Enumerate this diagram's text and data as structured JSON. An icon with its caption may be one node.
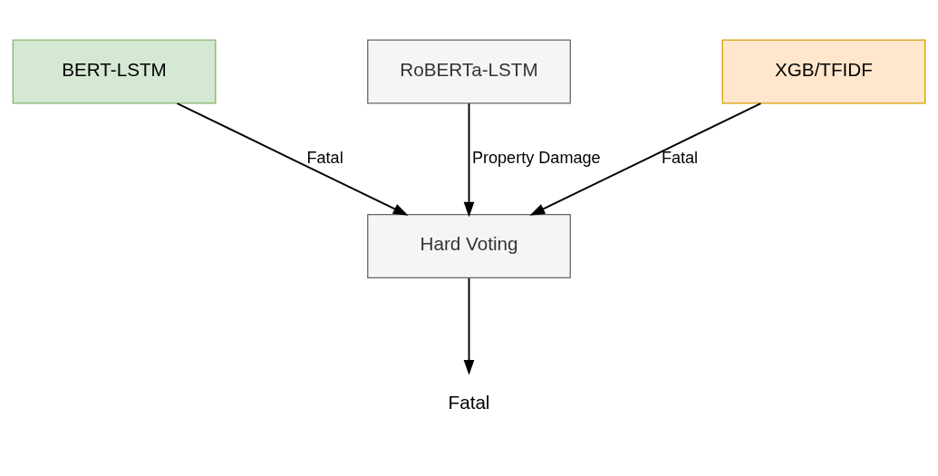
{
  "diagram": {
    "nodes": [
      {
        "text": [
          "BERT-LSTM"
        ]
      },
      {
        "text": [
          "RoBERTa-LSTM"
        ]
      },
      {
        "text": [
          "XGB/TFIDF"
        ]
      },
      {
        "text": [
          "Hard Voting"
        ]
      },
      {
        "text": [
          "Fatal"
        ]
      }
    ],
    "edges": [
      {
        "from": 0,
        "to": 3,
        "arrow": "to",
        "label": "Fatal"
      },
      {
        "from": 1,
        "to": 3,
        "arrow": "to",
        "label": "Property Damage"
      },
      {
        "from": 2,
        "to": 3,
        "arrow": "to",
        "label": "Fatal"
      },
      {
        "from": 3,
        "to": 4,
        "arrow": "to"
      }
    ]
  }
}
